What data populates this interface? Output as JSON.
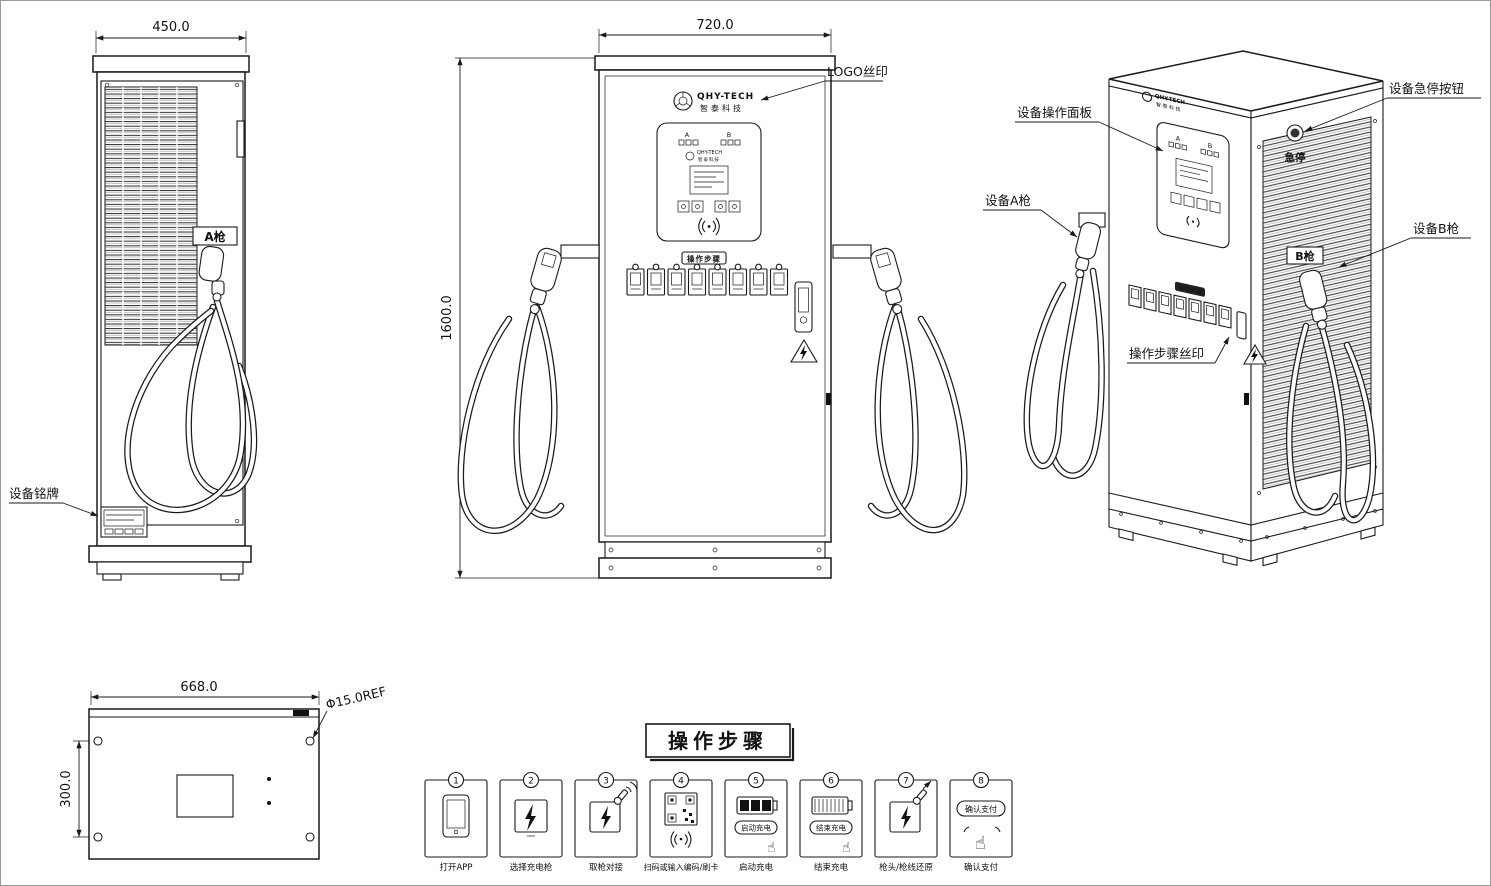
{
  "drawing": {
    "brand": {
      "en": "QHY-TECH",
      "cn": "智泰科技"
    },
    "side_view": {
      "dim_width": "450.0",
      "gun_a_label": "A枪",
      "nameplate_note": "设备铭牌"
    },
    "front_view": {
      "dim_width": "720.0",
      "dim_height": "1600.0",
      "logo_note": "LOGO丝印",
      "panel": {
        "port_a": "A",
        "port_b": "B"
      }
    },
    "iso_view": {
      "note_panel": "设备操作面板",
      "note_gun_a": "设备A枪",
      "note_steps_print": "操作步骤丝印",
      "note_estop": "设备急停按钮",
      "note_gun_b": "设备B枪",
      "estop_label": "急停",
      "gun_b_label": "B枪"
    },
    "base_view": {
      "dim_width": "668.0",
      "dim_depth": "300.0",
      "hole_note": "Φ15.0REF"
    }
  },
  "steps": {
    "title": "操作步骤",
    "items": [
      {
        "num": "1",
        "label": "打开APP"
      },
      {
        "num": "2",
        "label": "选择充电枪"
      },
      {
        "num": "3",
        "label": "取枪对接"
      },
      {
        "num": "4",
        "label": "扫码或输入编码/刷卡"
      },
      {
        "num": "5",
        "label": "启动充电",
        "button": "启动充电"
      },
      {
        "num": "6",
        "label": "结束充电",
        "button": "结束充电"
      },
      {
        "num": "7",
        "label": "枪头/枪线还原"
      },
      {
        "num": "8",
        "label": "确认支付",
        "button": "确认支付"
      }
    ]
  },
  "colors": {
    "line": "#1a1a1a",
    "background": "#ffffff"
  }
}
